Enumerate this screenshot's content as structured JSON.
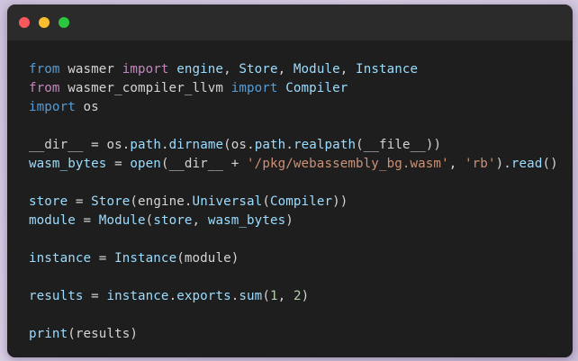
{
  "window": {
    "traffic_lights": [
      {
        "name": "close",
        "color": "#f8585b"
      },
      {
        "name": "minimize",
        "color": "#f9bd2e"
      },
      {
        "name": "maximize",
        "color": "#2ac840"
      }
    ],
    "background_color": "#1e1e1e",
    "titlebar_color": "#2b2b2b",
    "page_background_color": "#d2c7de"
  },
  "editor": {
    "language": "python",
    "plain_text": "from wasmer import engine, Store, Module, Instance\nfrom wasmer_compiler_llvm import Compiler\nimport os\n\n__dir__ = os.path.dirname(os.path.realpath(__file__))\nwasm_bytes = open(__dir__ + '/pkg/webassembly_bg.wasm', 'rb').read()\n\nstore = Store(engine.Universal(Compiler))\nmodule = Module(store, wasm_bytes)\n\ninstance = Instance(module)\n\nresults = instance.exports.sum(1, 2)\n\nprint(results)",
    "lines": [
      {
        "tokens": [
          {
            "text": "from",
            "type": "kw2"
          },
          {
            "text": " wasmer ",
            "type": "plain"
          },
          {
            "text": "import",
            "type": "kw"
          },
          {
            "text": " engine",
            "type": "var"
          },
          {
            "text": ", ",
            "type": "punc"
          },
          {
            "text": "Store",
            "type": "type"
          },
          {
            "text": ", ",
            "type": "punc"
          },
          {
            "text": "Module",
            "type": "type"
          },
          {
            "text": ", ",
            "type": "punc"
          },
          {
            "text": "Instance",
            "type": "type"
          }
        ]
      },
      {
        "tokens": [
          {
            "text": "from",
            "type": "kw"
          },
          {
            "text": " wasmer_compiler_llvm ",
            "type": "plain"
          },
          {
            "text": "import",
            "type": "kw2"
          },
          {
            "text": " ",
            "type": "plain"
          },
          {
            "text": "Compiler",
            "type": "type"
          }
        ]
      },
      {
        "tokens": [
          {
            "text": "import",
            "type": "kw2"
          },
          {
            "text": " os",
            "type": "plain"
          }
        ]
      },
      {
        "tokens": []
      },
      {
        "tokens": [
          {
            "text": "__dir__",
            "type": "plain"
          },
          {
            "text": " = ",
            "type": "op"
          },
          {
            "text": "os",
            "type": "plain"
          },
          {
            "text": ".",
            "type": "punc"
          },
          {
            "text": "path",
            "type": "var"
          },
          {
            "text": ".",
            "type": "punc"
          },
          {
            "text": "dirname",
            "type": "var"
          },
          {
            "text": "(",
            "type": "punc"
          },
          {
            "text": "os",
            "type": "plain"
          },
          {
            "text": ".",
            "type": "punc"
          },
          {
            "text": "path",
            "type": "var"
          },
          {
            "text": ".",
            "type": "punc"
          },
          {
            "text": "realpath",
            "type": "var"
          },
          {
            "text": "(",
            "type": "punc"
          },
          {
            "text": "__file__",
            "type": "plain"
          },
          {
            "text": "))",
            "type": "punc"
          }
        ]
      },
      {
        "tokens": [
          {
            "text": "wasm_bytes",
            "type": "var"
          },
          {
            "text": " = ",
            "type": "op"
          },
          {
            "text": "open",
            "type": "var"
          },
          {
            "text": "(",
            "type": "punc"
          },
          {
            "text": "__dir__",
            "type": "plain"
          },
          {
            "text": " + ",
            "type": "op"
          },
          {
            "text": "'/pkg/webassembly_bg.wasm'",
            "type": "str"
          },
          {
            "text": ", ",
            "type": "punc"
          },
          {
            "text": "'rb'",
            "type": "str"
          },
          {
            "text": ").",
            "type": "punc"
          },
          {
            "text": "read",
            "type": "var"
          },
          {
            "text": "()",
            "type": "punc"
          }
        ]
      },
      {
        "tokens": []
      },
      {
        "tokens": [
          {
            "text": "store",
            "type": "var"
          },
          {
            "text": " = ",
            "type": "op"
          },
          {
            "text": "Store",
            "type": "type"
          },
          {
            "text": "(",
            "type": "punc"
          },
          {
            "text": "engine",
            "type": "plain"
          },
          {
            "text": ".",
            "type": "punc"
          },
          {
            "text": "Universal",
            "type": "type"
          },
          {
            "text": "(",
            "type": "punc"
          },
          {
            "text": "Compiler",
            "type": "type"
          },
          {
            "text": "))",
            "type": "punc"
          }
        ]
      },
      {
        "tokens": [
          {
            "text": "module",
            "type": "var"
          },
          {
            "text": " = ",
            "type": "op"
          },
          {
            "text": "Module",
            "type": "type"
          },
          {
            "text": "(",
            "type": "punc"
          },
          {
            "text": "store",
            "type": "var"
          },
          {
            "text": ", ",
            "type": "punc"
          },
          {
            "text": "wasm_bytes",
            "type": "var"
          },
          {
            "text": ")",
            "type": "punc"
          }
        ]
      },
      {
        "tokens": []
      },
      {
        "tokens": [
          {
            "text": "instance",
            "type": "var"
          },
          {
            "text": " = ",
            "type": "op"
          },
          {
            "text": "Instance",
            "type": "type"
          },
          {
            "text": "(",
            "type": "punc"
          },
          {
            "text": "module",
            "type": "plain"
          },
          {
            "text": ")",
            "type": "punc"
          }
        ]
      },
      {
        "tokens": []
      },
      {
        "tokens": [
          {
            "text": "results",
            "type": "var"
          },
          {
            "text": " = ",
            "type": "op"
          },
          {
            "text": "instance",
            "type": "var"
          },
          {
            "text": ".",
            "type": "punc"
          },
          {
            "text": "exports",
            "type": "var"
          },
          {
            "text": ".",
            "type": "punc"
          },
          {
            "text": "sum",
            "type": "var"
          },
          {
            "text": "(",
            "type": "punc"
          },
          {
            "text": "1",
            "type": "num"
          },
          {
            "text": ", ",
            "type": "punc"
          },
          {
            "text": "2",
            "type": "num"
          },
          {
            "text": ")",
            "type": "punc"
          }
        ]
      },
      {
        "tokens": []
      },
      {
        "tokens": [
          {
            "text": "print",
            "type": "var"
          },
          {
            "text": "(",
            "type": "punc"
          },
          {
            "text": "results",
            "type": "plain"
          },
          {
            "text": ")",
            "type": "punc"
          }
        ]
      }
    ]
  }
}
